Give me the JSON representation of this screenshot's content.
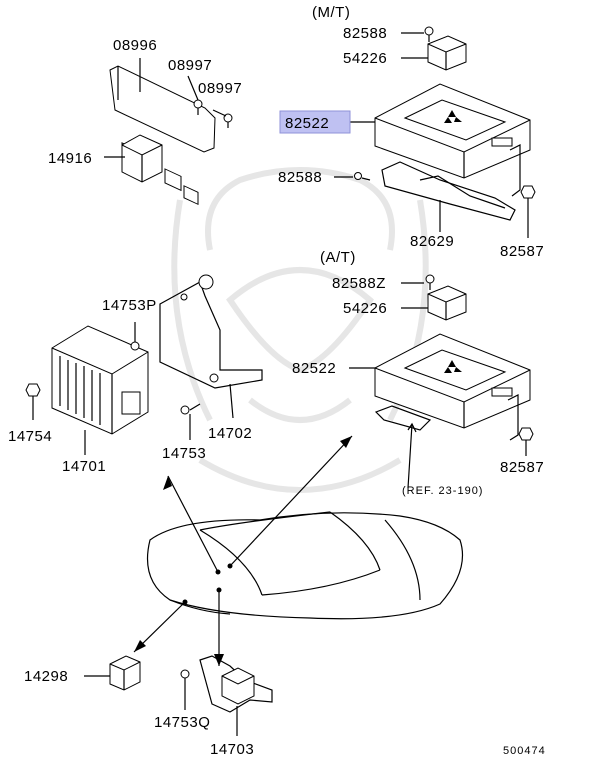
{
  "diagram_id": "500474",
  "sections": {
    "manual": "(M/T)",
    "automatic": "(A/T)"
  },
  "reference": "(REF. 23-190)",
  "highlight_color": "#bfc1f2",
  "parts": {
    "p08996": "08996",
    "p08997a": "08997",
    "p08997b": "08997",
    "p14916": "14916",
    "p82588_mt": "82588",
    "p54226_mt": "54226",
    "p82522_mt": "82522",
    "p82588_mt_b": "82588",
    "p82629": "82629",
    "p82587_mt": "82587",
    "p82588Z": "82588Z",
    "p54226_at": "54226",
    "p82522_at": "82522",
    "p82587_at": "82587",
    "p14753P": "14753P",
    "p14754": "14754",
    "p14701": "14701",
    "p14702": "14702",
    "p14753": "14753",
    "p14298": "14298",
    "p14753Q": "14753Q",
    "p14703": "14703"
  },
  "icons": [
    "mitsubishi-logo-icon",
    "samurai-watermark-icon",
    "car-outline-icon"
  ]
}
